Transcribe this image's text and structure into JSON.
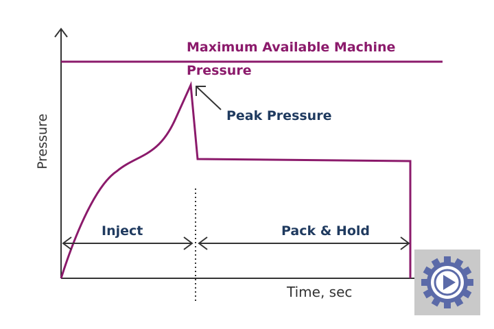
{
  "diagram": {
    "max_pressure_line1": "Maximum Available Machine",
    "max_pressure_line2": "Pressure",
    "peak_label": "Peak Pressure",
    "inject_label": "Inject",
    "pack_hold_label": "Pack & Hold",
    "x_axis_label": "Time, sec",
    "y_axis_label": "Pressure"
  },
  "colors": {
    "curve": "#8b1a6b",
    "annotation_text": "#1f3a5f",
    "axis": "#333333",
    "widget_bg": "#c9c9c9",
    "gear": "#5b6aa8"
  },
  "icons": {
    "widget_icon": "gear-play-icon"
  }
}
